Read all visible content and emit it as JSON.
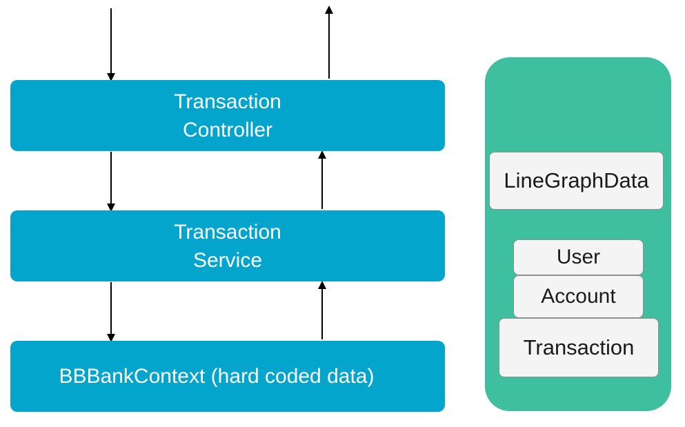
{
  "layers": {
    "controller": {
      "line1": "Transaction",
      "line2": "Controller"
    },
    "service": {
      "line1": "Transaction",
      "line2": "Service"
    },
    "context": {
      "label": "BBBankContext (hard coded data)"
    }
  },
  "models": {
    "linegraph": "LineGraphData",
    "user": "User",
    "account": "Account",
    "transaction": "Transaction"
  },
  "colors": {
    "layer_fill": "#03a5cc",
    "models_panel_fill": "#3ebfa0",
    "model_box_fill": "#f4f4f4",
    "arrow": "#000000"
  }
}
